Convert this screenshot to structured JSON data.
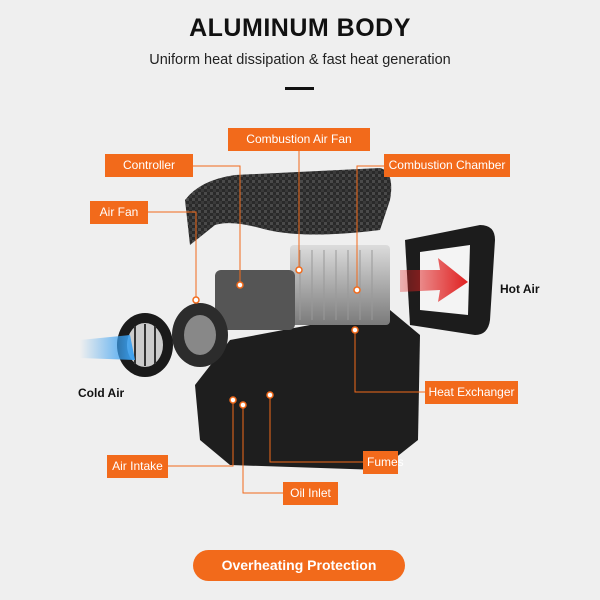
{
  "header": {
    "title": "ALUMINUM BODY",
    "subtitle": "Uniform heat dissipation & fast heat generation"
  },
  "labels": {
    "combustion_air_fan": "Combustion Air Fan",
    "controller": "Controller",
    "combustion_chamber": "Combustion Chamber",
    "air_fan": "Air Fan",
    "hot_air": "Hot Air",
    "cold_air": "Cold Air",
    "heat_exchanger": "Heat Exchanger",
    "fumes": "Fumes",
    "air_intake": "Air Intake",
    "oil_inlet": "Oil Inlet"
  },
  "footer": {
    "button": "Overheating Protection"
  },
  "colors": {
    "accent": "#f26a1b",
    "background": "#efefef",
    "hot": "#e02020",
    "cold": "#3aa0f0"
  }
}
